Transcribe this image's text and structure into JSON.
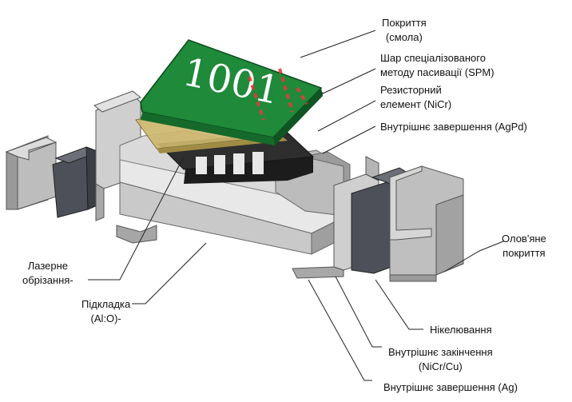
{
  "resistor_marking": "1001",
  "colors": {
    "coating": "#1f8a3a",
    "passivation": "#d9c98a",
    "nicr": "#3a3a3a",
    "substrate": "#ececec",
    "terminal_inner": "#4a4d55",
    "terminal_outer": "#b9b9b9",
    "laser_marks": "#e03c3c"
  },
  "labels": {
    "coating": {
      "line1": "Покриття",
      "line2": "(смола)"
    },
    "spm": {
      "line1": "Шар спеціалізованого",
      "line2": "методу пасивації (SPM)"
    },
    "resistor_element": {
      "line1": "Резисторний",
      "line2": "елемент (NiCr)"
    },
    "inner_termination_agpd": {
      "line1": "Внутрішнє завершення (AgPd)"
    },
    "tin_coating": {
      "line1": "Олов'яне",
      "line2": "покриття"
    },
    "nickel_plating": {
      "line1": "Нікелювання"
    },
    "inner_termination_nicr_cu": {
      "line1": "Внутрішнє закінчення",
      "line2": "(NiCr/Cu)"
    },
    "inner_termination_ag": {
      "line1": "Внутрішнє завершення (Ag)"
    },
    "laser_trim": {
      "line1": "Лазерне",
      "line2": "обрізання-"
    },
    "substrate": {
      "line1": "Підкладка",
      "line2": "(Al:O)-"
    }
  }
}
